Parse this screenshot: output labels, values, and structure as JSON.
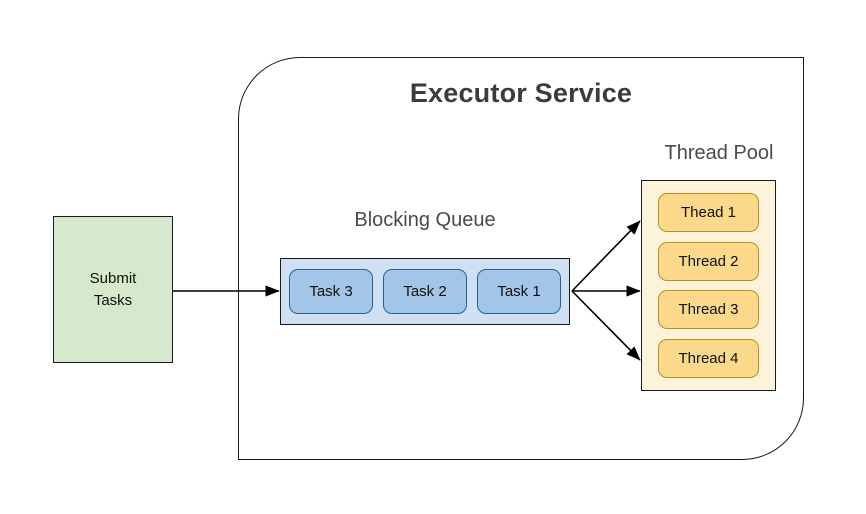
{
  "diagram": {
    "title": "Executor Service",
    "submit": {
      "line1": "Submit",
      "line2": "Tasks"
    },
    "queue": {
      "label": "Blocking Queue",
      "tasks": [
        {
          "label": "Task 3"
        },
        {
          "label": "Task 2"
        },
        {
          "label": "Task 1"
        }
      ]
    },
    "pool": {
      "label": "Thread Pool",
      "threads": [
        {
          "label": "Thead 1"
        },
        {
          "label": "Thread 2"
        },
        {
          "label": "Thread 3"
        },
        {
          "label": "Thread 4"
        }
      ]
    },
    "colors": {
      "background": "#ffffff",
      "outline": "#1a1a1a",
      "title_text": "#3c3c3c",
      "label_text": "#4a4a4a",
      "submit_fill": "#d7e9cc",
      "queue_fill": "#cee0f2",
      "task_fill": "#a3c6e8",
      "task_stroke": "#2b5f92",
      "pool_fill": "#fdf3db",
      "thread_fill": "#fbd98a",
      "thread_stroke": "#b8901f",
      "arrow": "#000000"
    }
  }
}
